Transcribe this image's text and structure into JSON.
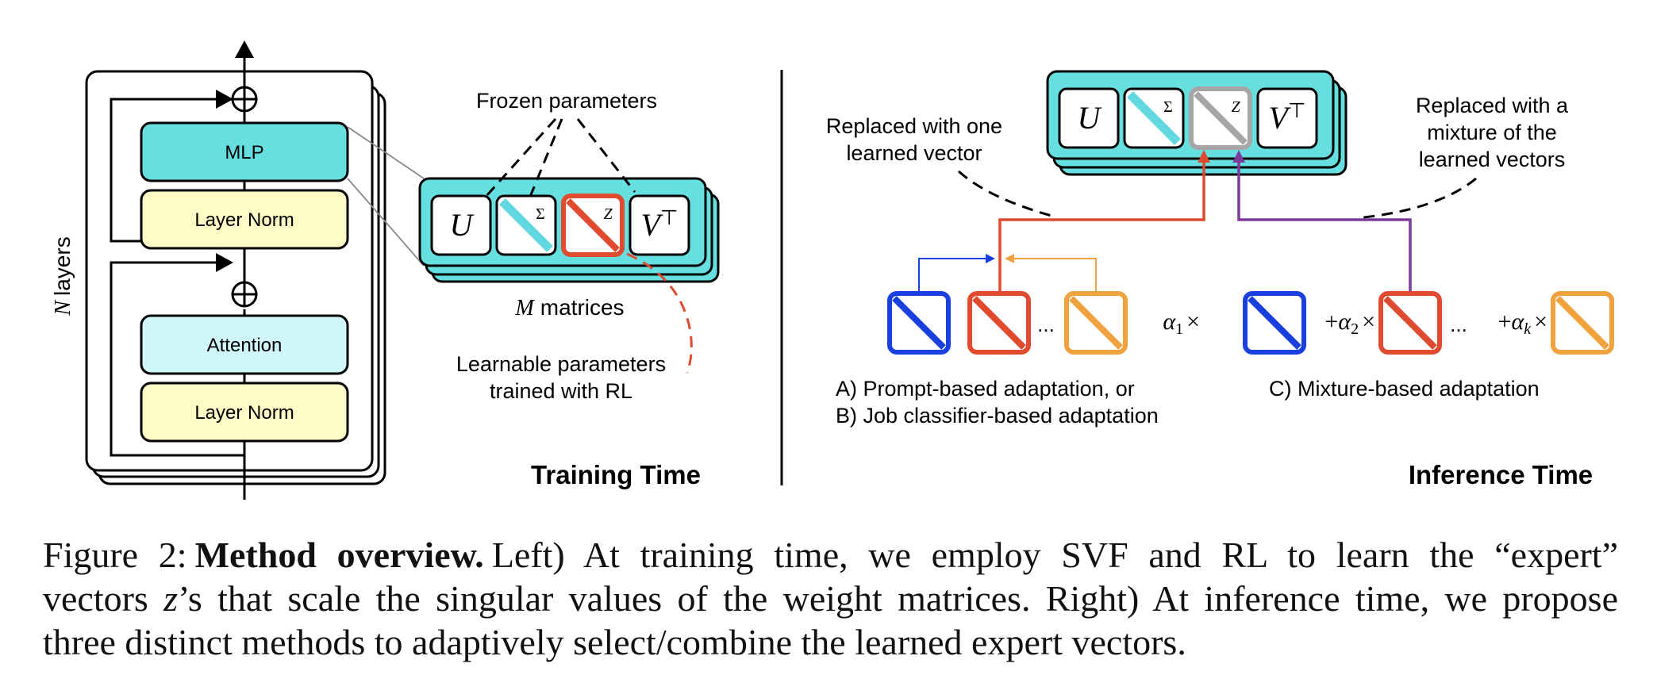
{
  "training": {
    "title": "Training Time",
    "layers_label_var": "N",
    "layers_label_text": "layers",
    "blocks": {
      "mlp": "MLP",
      "norm_top": "Layer Norm",
      "attention": "Attention",
      "norm_bottom": "Layer Norm"
    },
    "frozen_label": "Frozen parameters",
    "matrix_u": "U",
    "matrix_sigma": "Σ",
    "matrix_z": "Z",
    "matrix_v": "V",
    "matrix_v_sup": "⊤",
    "matrices_var": "M",
    "matrices_text": "matrices",
    "learnable_line1": "Learnable parameters",
    "learnable_line2": "trained with RL"
  },
  "inference": {
    "title": "Inference Time",
    "replaced_one_line1": "Replaced with one",
    "replaced_one_line2": "learned vector",
    "replaced_mix_line1": "Replaced with a",
    "replaced_mix_line2": "mixture of the",
    "replaced_mix_line3": "learned vectors",
    "ellipsis": "...",
    "label_a": "A) Prompt-based adaptation, or",
    "label_b": "B) Job classifier-based adaptation",
    "label_c": "C) Mixture-based adaptation",
    "alpha": "α",
    "alpha_sub1": "1",
    "alpha_sub2": "2",
    "alpha_subk": "k",
    "times": "×",
    "plus": "+"
  },
  "caption": {
    "label": "Figure 2:",
    "title": "Method overview.",
    "line1": "Left) At training time, we employ SVF and RL to learn the “expert”",
    "line2a": "vectors",
    "line2_var": "z",
    "line2b": "’s that scale the singular values of the weight matrices. Right) At inference time, we propose",
    "line3": "three distinct methods to adaptively select/combine the learned expert vectors."
  },
  "colors": {
    "teal": "#66dfe0",
    "light_cyan": "#cff7f9",
    "light_yellow": "#fefbc6",
    "blue": "#1a3fe0",
    "red": "#e04a2e",
    "orange": "#f0a23f",
    "purple": "#7c3a9a",
    "gray": "#a6a6a6",
    "cyan_stripe": "#62d8e0"
  }
}
